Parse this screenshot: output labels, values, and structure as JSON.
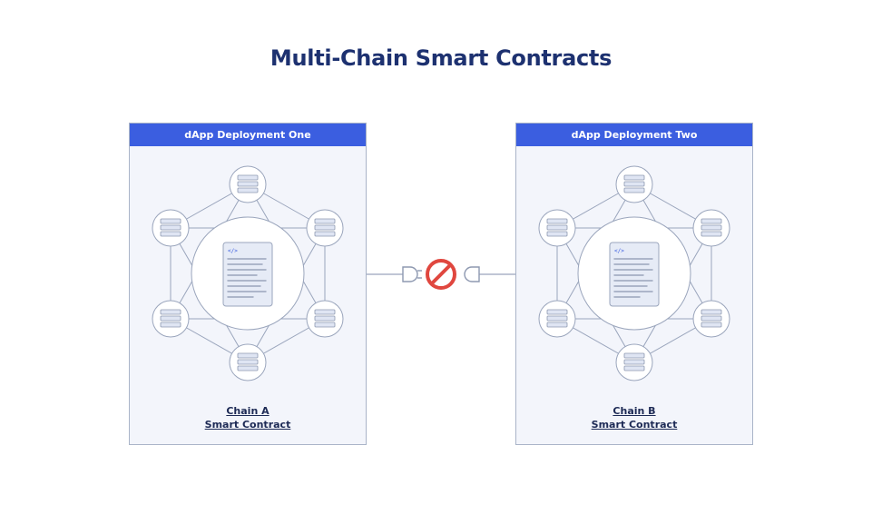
{
  "title": "Multi-Chain Smart Contracts",
  "deployments": [
    {
      "header": "dApp Deployment One",
      "chain_name": "Chain A",
      "chain_sub": "Smart Contract"
    },
    {
      "header": "dApp Deployment Two",
      "chain_name": "Chain B",
      "chain_sub": "Smart Contract"
    }
  ],
  "contract_tag": "</>",
  "colors": {
    "title": "#1d3170",
    "header": "#3b5ee0",
    "panel_bg": "#f3f5fb",
    "line": "#9aa5bc",
    "blocked": "#e0473f"
  },
  "icons": [
    "server-icon",
    "document-icon",
    "plug-icon",
    "blocked-icon"
  ]
}
